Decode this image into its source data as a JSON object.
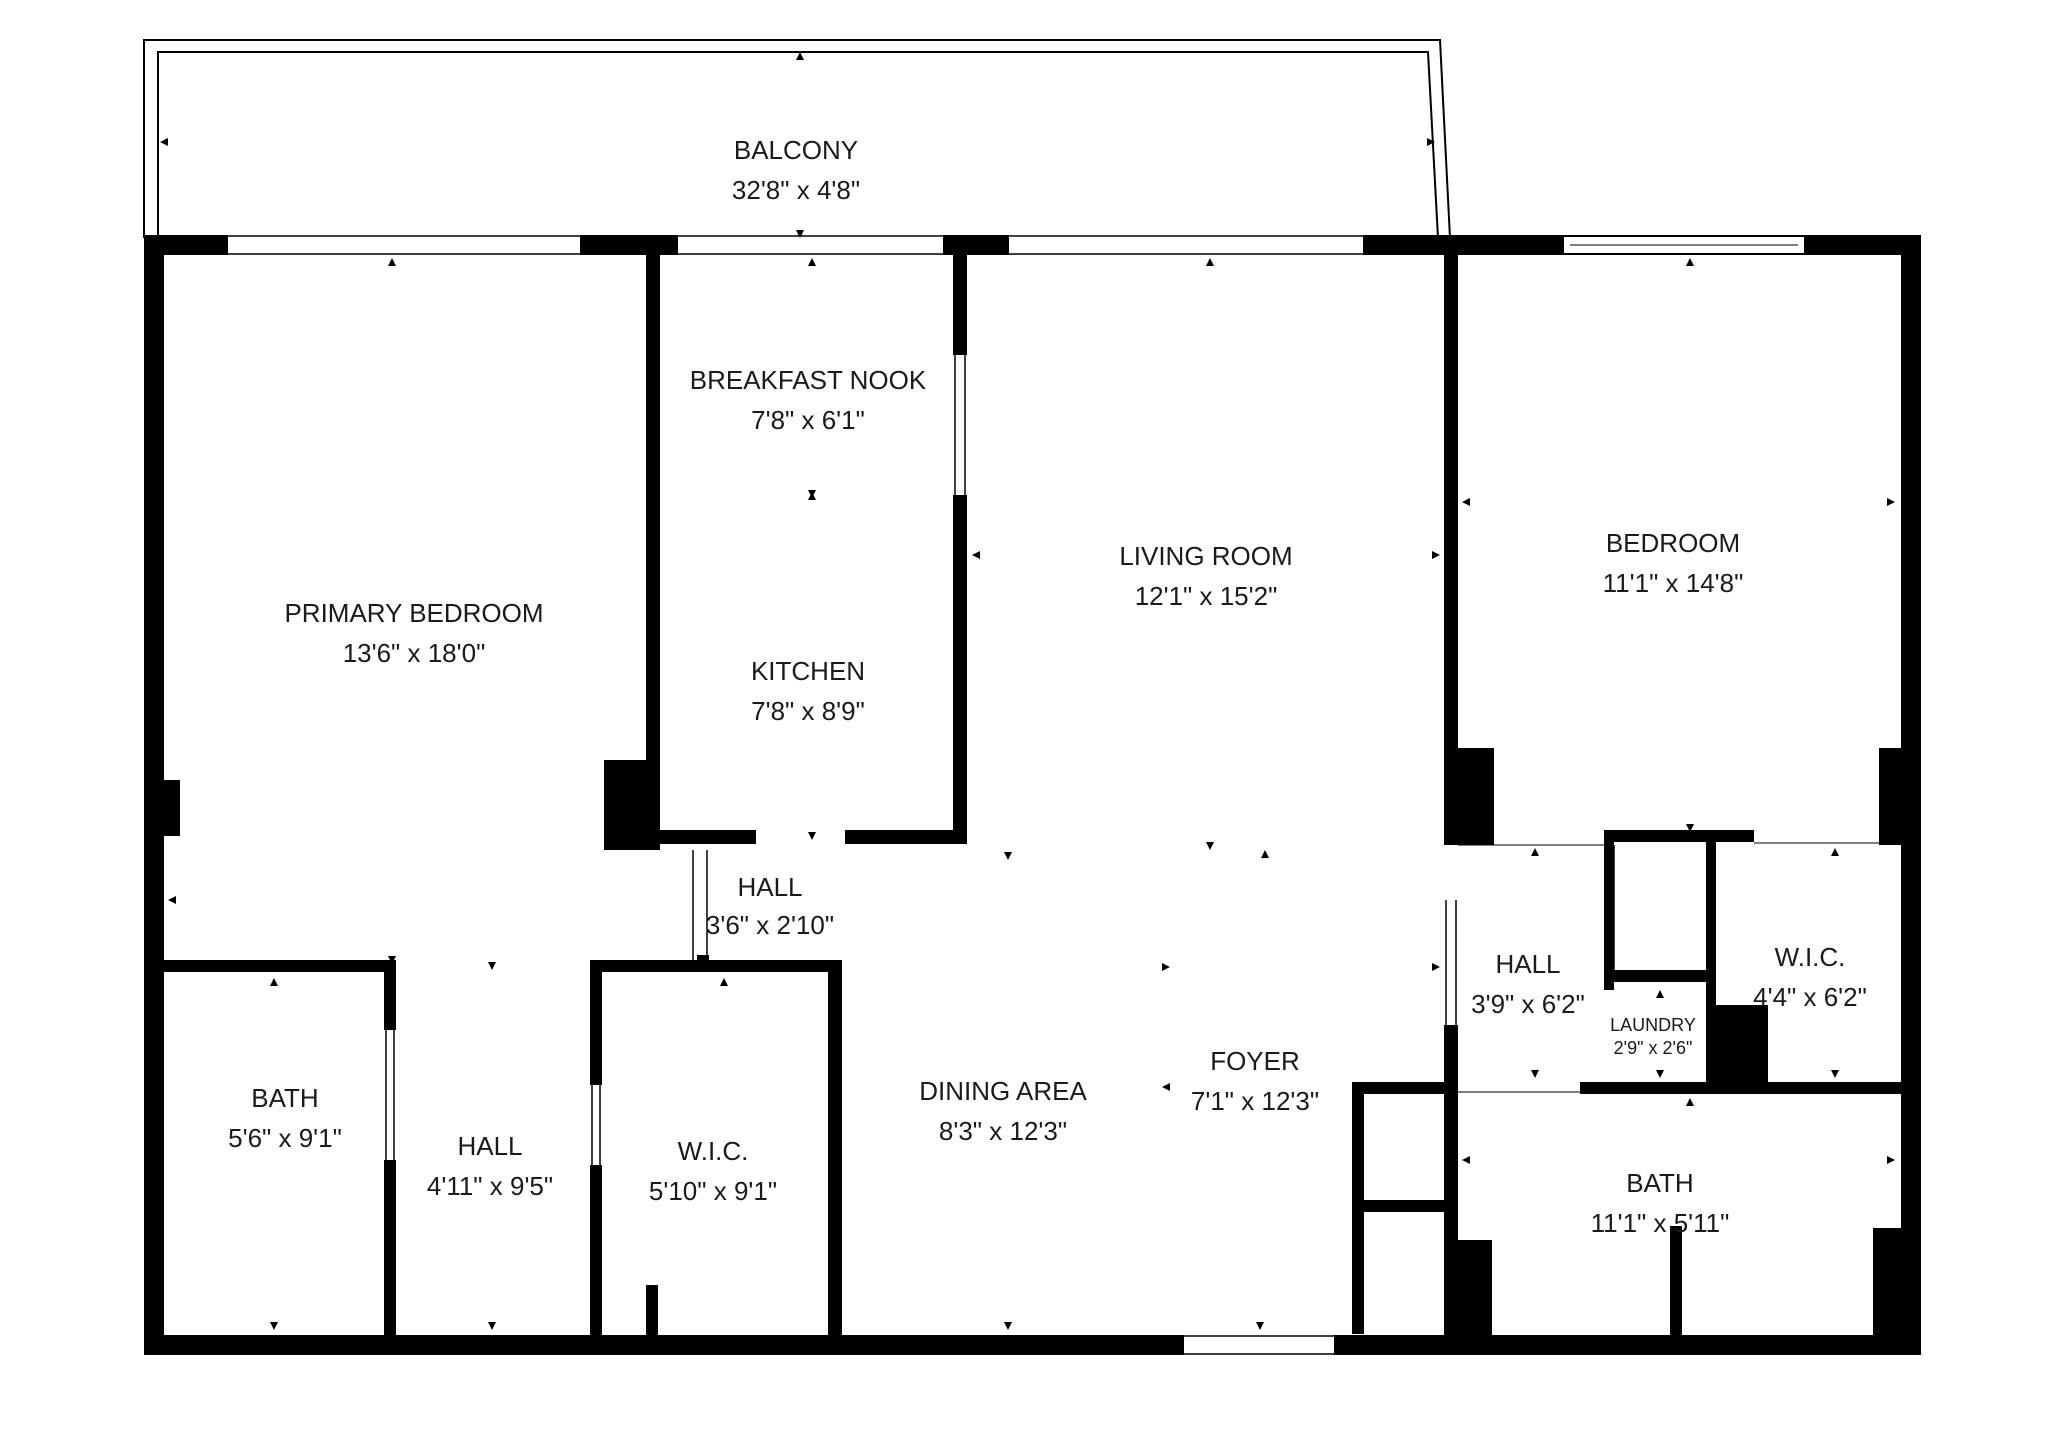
{
  "rooms": [
    {
      "name": "BALCONY",
      "dims": "32'8\" x 4'8\""
    },
    {
      "name": "BREAKFAST NOOK",
      "dims": "7'8\" x 6'1\""
    },
    {
      "name": "KITCHEN",
      "dims": "7'8\" x 8'9\""
    },
    {
      "name": "LIVING ROOM",
      "dims": "12'1\" x 15'2\""
    },
    {
      "name": "BEDROOM",
      "dims": "11'1\" x 14'8\""
    },
    {
      "name": "PRIMARY BEDROOM",
      "dims": "13'6\" x 18'0\""
    },
    {
      "name": "HALL",
      "dims": "3'6\" x 2'10\""
    },
    {
      "name": "HALL",
      "dims": "3'9\" x 6'2\""
    },
    {
      "name": "W.I.C.",
      "dims": "4'4\" x 6'2\""
    },
    {
      "name": "LAUNDRY",
      "dims": "2'9\" x 2'6\""
    },
    {
      "name": "BATH",
      "dims": "5'6\" x 9'1\""
    },
    {
      "name": "HALL",
      "dims": "4'11\" x 9'5\""
    },
    {
      "name": "W.I.C.",
      "dims": "5'10\" x 9'1\""
    },
    {
      "name": "DINING AREA",
      "dims": "8'3\" x 12'3\""
    },
    {
      "name": "FOYER",
      "dims": "7'1\" x 12'3\""
    },
    {
      "name": "BATH",
      "dims": "11'1\" x 5'11\""
    }
  ]
}
